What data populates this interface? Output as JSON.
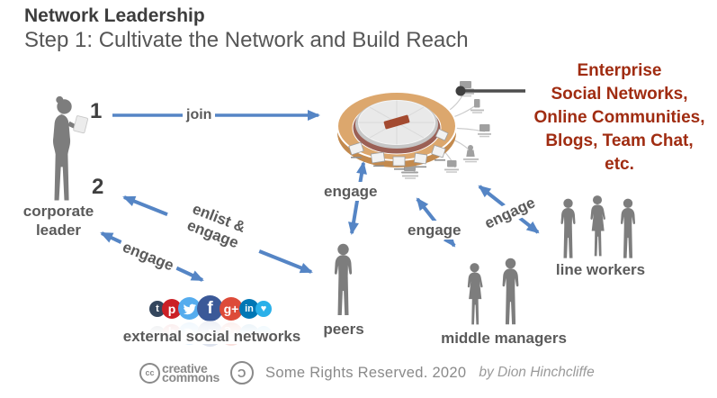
{
  "header": {
    "title": "Network Leadership",
    "subtitle": "Step 1: Cultivate the Network and Build Reach"
  },
  "callout": {
    "lines": [
      "Enterprise",
      "Social Networks,",
      "Online Communities,",
      "Blogs, Team Chat,",
      "etc."
    ]
  },
  "diagram": {
    "numbers": {
      "step_one": "1",
      "step_two": "2"
    },
    "arrow_labels": {
      "join": "join",
      "enlist_line1": "enlist &",
      "enlist_line2": "engage",
      "engage_external": "engage",
      "engage_peers": "engage",
      "engage_middle": "engage",
      "engage_line": "engage"
    },
    "actor_labels": {
      "corporate_leader": "corporate leader",
      "external_social_networks": "external social networks",
      "peers": "peers",
      "middle_managers": "middle managers",
      "line_workers": "line workers"
    }
  },
  "social": {
    "icons": [
      {
        "name": "tumblr",
        "glyph": "t",
        "color": "#34465d"
      },
      {
        "name": "pinterest",
        "glyph": "p",
        "color": "#cb2026"
      },
      {
        "name": "twitter",
        "glyph": "",
        "color": "#55acee"
      },
      {
        "name": "facebook",
        "glyph": "f",
        "color": "#3b5998"
      },
      {
        "name": "google-plus",
        "glyph": "g+",
        "color": "#dd4b39"
      },
      {
        "name": "linkedin",
        "glyph": "in",
        "color": "#0077b5"
      },
      {
        "name": "share",
        "glyph": "♥",
        "color": "#2ab0e9"
      }
    ]
  },
  "footer": {
    "cc_abbr": "cc",
    "cc_wordmark_line1": "creative",
    "cc_wordmark_line2": "commons",
    "reversed_c_glyph": "C",
    "rights": "Some Rights Reserved. 2020",
    "byline": "by Dion Hinchcliffe"
  },
  "colors": {
    "blue": "#5585c5",
    "red": "#a02c11",
    "heading_gray": "#3d3d3d",
    "subtitle_gray": "#565656",
    "label_gray": "#5a5a5a",
    "figure_gray": "#7d7d7d",
    "hub_tan": "#dca76d",
    "hub_tan_depth": "#c38a4e",
    "hub_maroon": "#9b6055",
    "hub_disc": "#e9e9e9",
    "hub_center_red": "#a34a30",
    "footer_gray": "#8a8a8a"
  }
}
